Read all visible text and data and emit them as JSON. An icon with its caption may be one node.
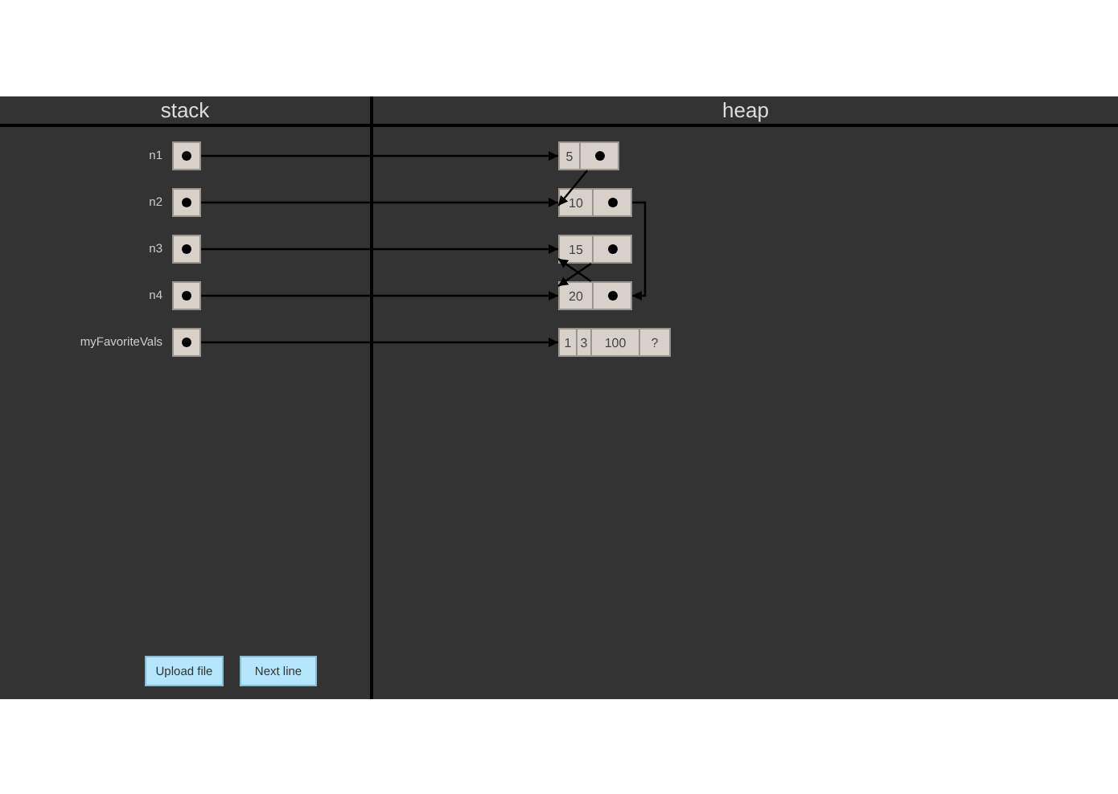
{
  "diagram": {
    "nodes": [
      {
        "text": [
          "stack"
        ]
      },
      {
        "text": [],
        "shape": "box",
        "beside": [
          "n1"
        ],
        "in": 0
      },
      {
        "text": [],
        "shape": "box",
        "beside": [
          "n2"
        ],
        "in": 0
      },
      {
        "text": [],
        "shape": "box",
        "beside": [
          "n3"
        ],
        "in": 0
      },
      {
        "text": [],
        "shape": "box",
        "beside": [
          "n4"
        ],
        "in": 0
      },
      {
        "text": [],
        "shape": "box",
        "beside": [
          "myFavoriteVals"
        ],
        "in": 0
      },
      {
        "text": [
          "heap"
        ]
      },
      {
        "text": [
          "5"
        ],
        "in": 6
      },
      {
        "text": [
          "10"
        ],
        "in": 6
      },
      {
        "text": [
          "15"
        ],
        "in": 6
      },
      {
        "text": [
          "20"
        ],
        "in": 6
      },
      {
        "text": [
          "1",
          "3",
          "100",
          "?"
        ],
        "in": 6
      }
    ],
    "edges": [
      {
        "from": 1,
        "to": 7,
        "arrow": "to"
      },
      {
        "from": 2,
        "to": 8,
        "arrow": "to"
      },
      {
        "from": 3,
        "to": 9,
        "arrow": "to"
      },
      {
        "from": 4,
        "to": 10,
        "arrow": "to"
      },
      {
        "from": 5,
        "to": 11,
        "arrow": "to"
      },
      {
        "from": 7,
        "to": 8,
        "arrow": "to"
      },
      {
        "from": 8,
        "to": 10,
        "arrow": "to"
      },
      {
        "from": 9,
        "to": 10,
        "arrow": "to"
      },
      {
        "from": 10,
        "to": 9,
        "arrow": "to"
      }
    ],
    "labels": [
      "Upload file",
      "Next line"
    ]
  }
}
